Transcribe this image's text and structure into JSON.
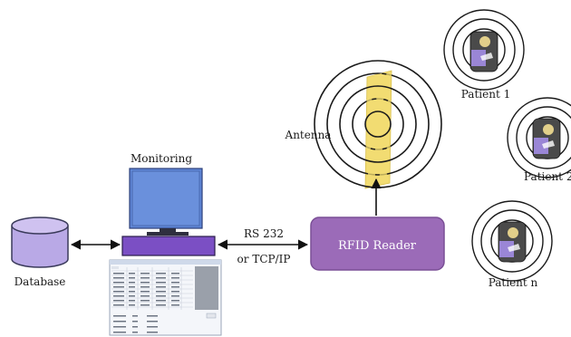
{
  "labels": {
    "monitoring": "Monitoring",
    "database": "Database",
    "antenna": "Antenna",
    "reader": "RFID Reader",
    "link_line1": "RS 232",
    "link_line2": "or TCP/IP",
    "patient1": "Patient 1",
    "patient2": "Patient 2",
    "patientn": "Patient n"
  },
  "colors": {
    "reader_fill": "#9b6bb8",
    "reader_stroke": "#7a4f96",
    "antenna_fill": "#f2dc72",
    "monitor_screen": "#5f86d6",
    "keyboard_fill": "#7b4fc4",
    "database_fill": "#b9a9e6",
    "database_stroke": "#3a3a5a",
    "ring_stroke": "#1a1a1a"
  },
  "icons": {
    "database": "database-cylinder-icon",
    "computer": "desktop-computer-icon",
    "antenna": "rfid-antenna-icon",
    "tag": "patient-tag-icon",
    "screenshot": "software-window-thumbnail"
  }
}
